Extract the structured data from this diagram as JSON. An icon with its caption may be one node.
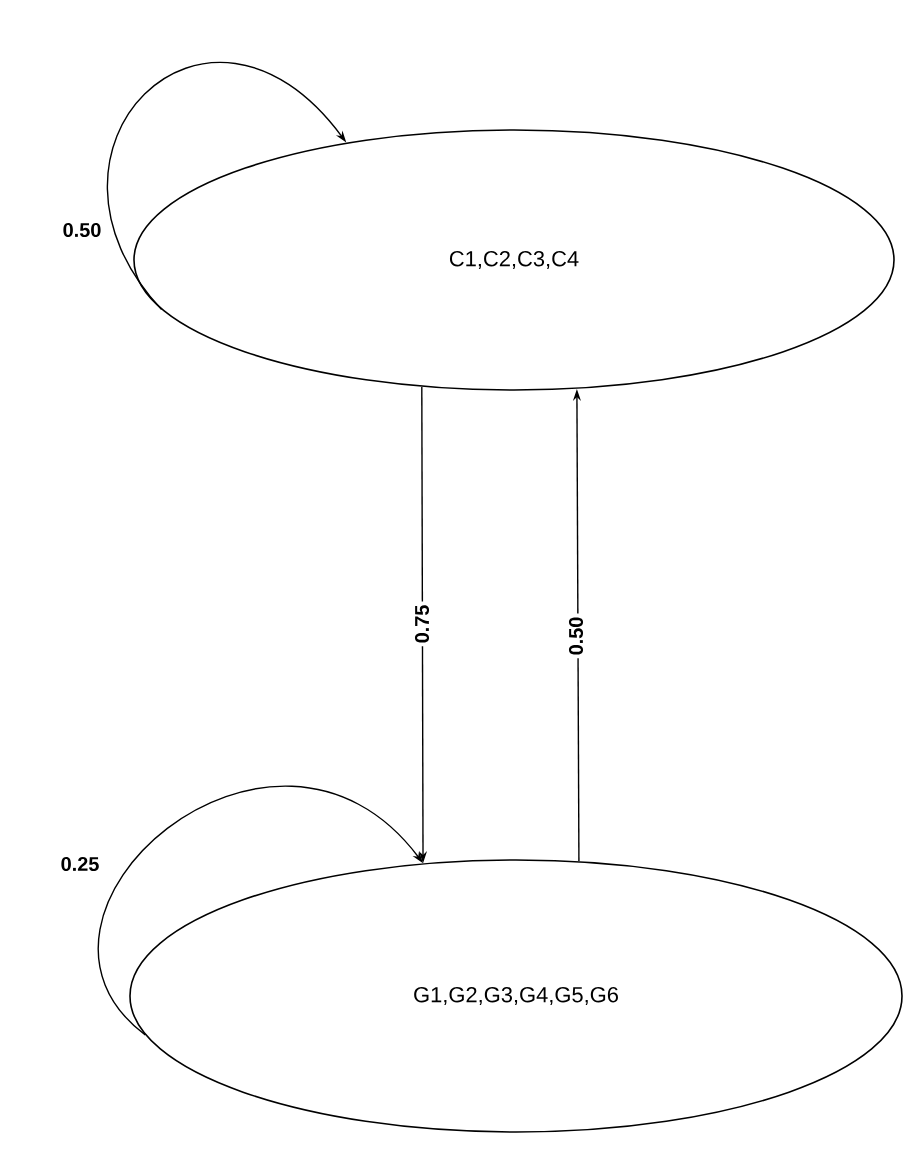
{
  "diagram": {
    "nodes": [
      {
        "text": [
          "C1,C2,C3,C4"
        ]
      },
      {
        "text": [
          "G1,G2,G3,G4,G5,G6"
        ]
      }
    ],
    "edges": [
      {
        "from": 0,
        "to": 0,
        "arrow": "to",
        "label": "0.50"
      },
      {
        "from": 0,
        "to": 1,
        "arrow": "to",
        "label": "0.75"
      },
      {
        "from": 1,
        "to": 0,
        "arrow": "to",
        "label": "0.50"
      },
      {
        "from": 1,
        "to": 1,
        "arrow": "to",
        "label": "0.25"
      }
    ]
  }
}
